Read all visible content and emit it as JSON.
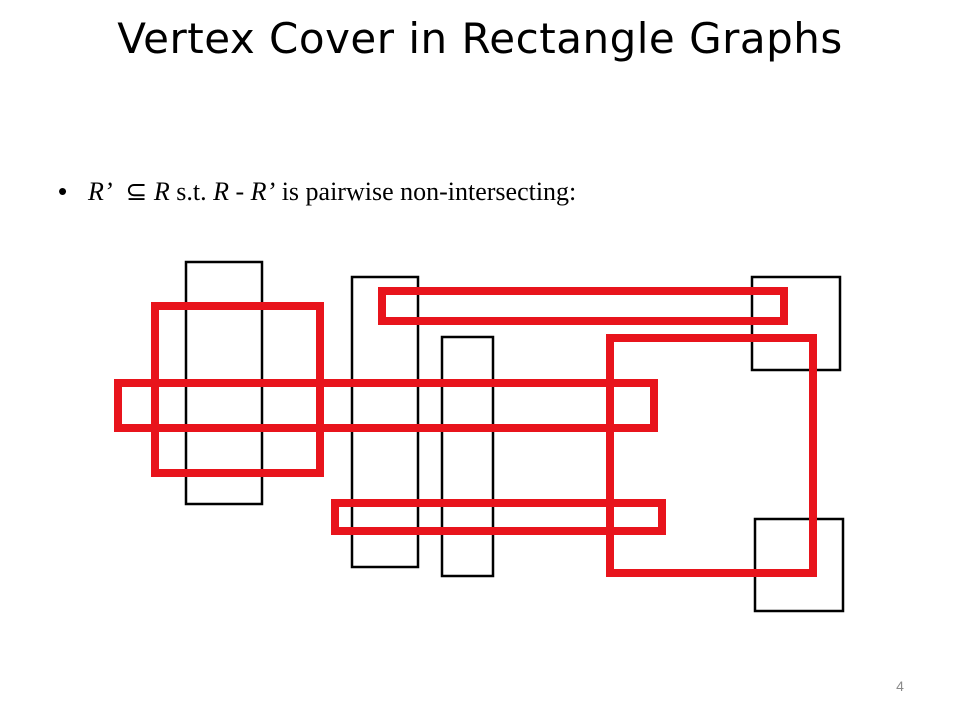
{
  "slide": {
    "title": "Vertex Cover in Rectangle Graphs",
    "page_number": "4"
  },
  "bullet": {
    "r_prime_1": "R’",
    "subset_symbol": "⊆",
    "r_1": "R",
    "st": "s.t.",
    "r_2": "R",
    "minus": "-",
    "r_prime_2": "R’",
    "tail": "is pairwise non-intersecting:"
  },
  "colors": {
    "cover_rect": "#e8141c",
    "other_rect": "#000000"
  }
}
